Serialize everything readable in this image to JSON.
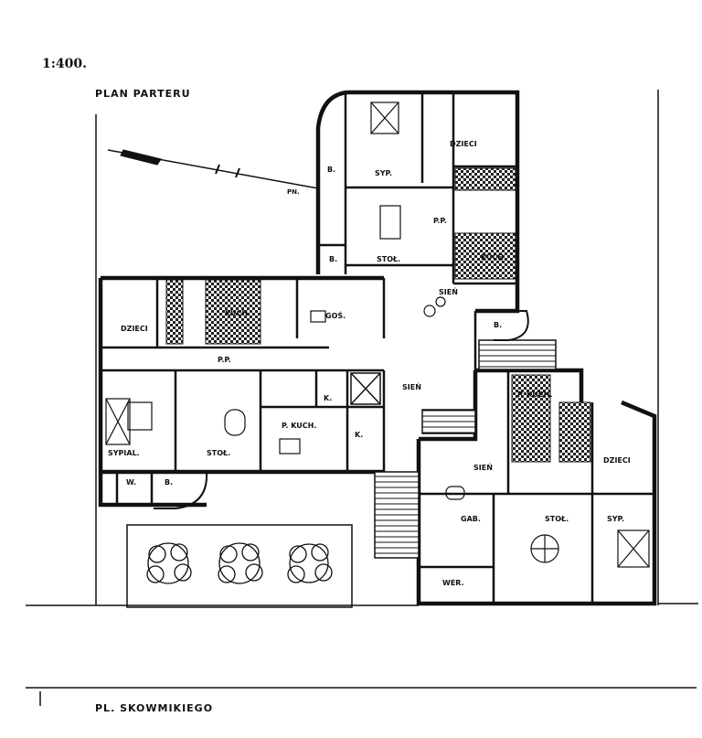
{
  "scale": "1:400.",
  "plan_title": "PLAN PARTERU",
  "street": "PL. SKOWMIKIEGO",
  "north": "PN.",
  "rooms": [
    {
      "key": "dzieci-top",
      "label": "DZIECI"
    },
    {
      "key": "syp-top",
      "label": "SYP."
    },
    {
      "key": "b-top1",
      "label": "B."
    },
    {
      "key": "b-top2",
      "label": "B."
    },
    {
      "key": "pp-top",
      "label": "P.P."
    },
    {
      "key": "stol-top",
      "label": "STOŁ."
    },
    {
      "key": "sien-top",
      "label": "SIEŃ"
    },
    {
      "key": "kuch-top",
      "label": "KUCH."
    },
    {
      "key": "b-mid",
      "label": "B."
    },
    {
      "key": "dzieci-left",
      "label": "DZIECI"
    },
    {
      "key": "kuch-left",
      "label": "KUCH."
    },
    {
      "key": "gos",
      "label": "GOŚ."
    },
    {
      "key": "pp-left",
      "label": "P.P."
    },
    {
      "key": "sien-center",
      "label": "SIEŃ"
    },
    {
      "key": "k-center",
      "label": "K."
    },
    {
      "key": "p-kuch",
      "label": "P. KUCH."
    },
    {
      "key": "k-small",
      "label": "K."
    },
    {
      "key": "sypial",
      "label": "SYPIAL."
    },
    {
      "key": "stol-left",
      "label": "STOŁ."
    },
    {
      "key": "w-small",
      "label": "W."
    },
    {
      "key": "b-small",
      "label": "B."
    },
    {
      "key": "p-kuch-right",
      "label": "P. KUCH."
    },
    {
      "key": "sien-right",
      "label": "SIEŃ"
    },
    {
      "key": "dzieci-right",
      "label": "DZIECI"
    },
    {
      "key": "gab",
      "label": "GAB."
    },
    {
      "key": "stol-right",
      "label": "STOŁ."
    },
    {
      "key": "syp-right",
      "label": "SYP."
    },
    {
      "key": "wer",
      "label": "WER."
    }
  ]
}
